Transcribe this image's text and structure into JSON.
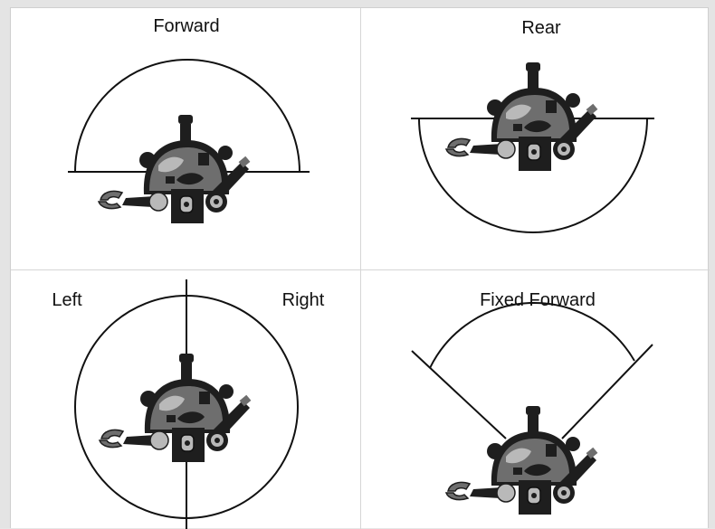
{
  "panels": [
    {
      "id": "forward",
      "labels": [
        "Forward"
      ]
    },
    {
      "id": "rear",
      "labels": [
        "Rear"
      ]
    },
    {
      "id": "left-right",
      "labels": [
        "Left",
        "Right"
      ]
    },
    {
      "id": "fixed-forward",
      "labels": [
        "Fixed Forward"
      ]
    }
  ],
  "colors": {
    "line": "#111111",
    "divider": "#d6d6d6",
    "robot_dark": "#1e1e1e",
    "robot_mid": "#6e6e6e",
    "robot_light": "#b9b9b9"
  }
}
